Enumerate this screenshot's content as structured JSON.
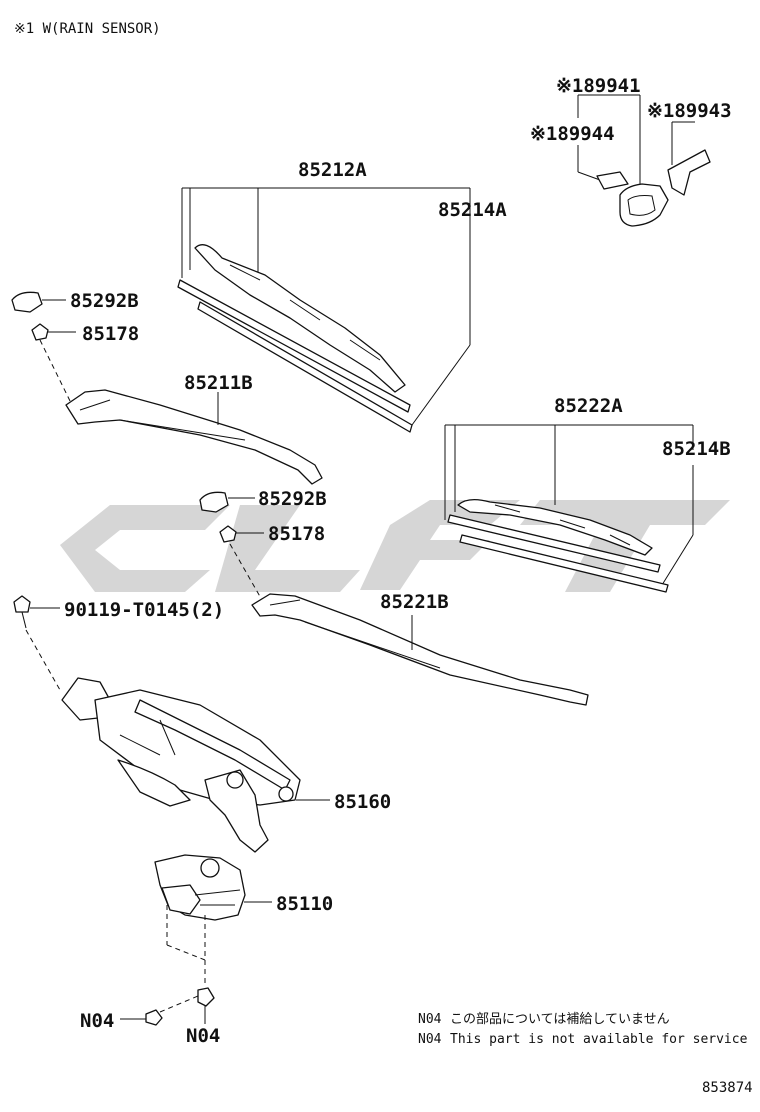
{
  "header_note": "※1 W(RAIN SENSOR)",
  "parts": {
    "p89941": "※189941",
    "p89943": "※189943",
    "p89944": "※189944",
    "p85212A": "85212A",
    "p85214A": "85214A",
    "p85292B_1": "85292B",
    "p85178_1": "85178",
    "p85211B": "85211B",
    "p85222A": "85222A",
    "p85214B": "85214B",
    "p85292B_2": "85292B",
    "p85178_2": "85178",
    "p90119": "90119-T0145(2)",
    "p85221B": "85221B",
    "p85160": "85160",
    "p85110": "85110",
    "pN04_1": "N04",
    "pN04_2": "N04"
  },
  "footnotes": {
    "jp_code": "N04",
    "jp_text": "この部品については補給していません",
    "en_code": "N04",
    "en_text": "This part is not available for service"
  },
  "diagram_id": "853874"
}
